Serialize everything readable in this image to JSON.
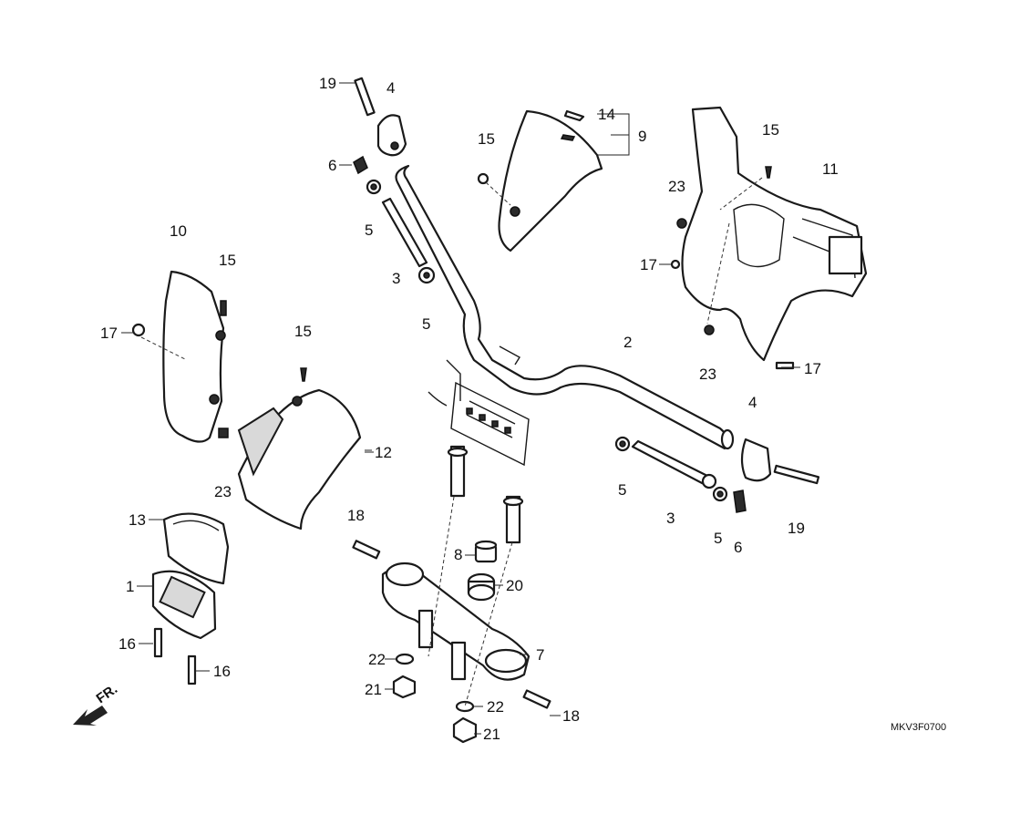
{
  "diagram_code": "MKV3F0700",
  "front_indicator": "FR.",
  "callouts": {
    "c1": "1",
    "c2": "2",
    "c3a": "3",
    "c3b": "3",
    "c4a": "4",
    "c4b": "4",
    "c5a": "5",
    "c5b": "5",
    "c5c": "5",
    "c5d": "5",
    "c6a": "6",
    "c6b": "6",
    "c7": "7",
    "c8": "8",
    "c9": "9",
    "c10": "10",
    "c11": "11",
    "c12": "12",
    "c13": "13",
    "c14": "14",
    "c15a": "15",
    "c15b": "15",
    "c15c": "15",
    "c15d": "15",
    "c16a": "16",
    "c16b": "16",
    "c17a": "17",
    "c17b": "17",
    "c17c": "17",
    "c18a": "18",
    "c18b": "18",
    "c19a": "19",
    "c19b": "19",
    "c20": "20",
    "c21a": "21",
    "c21b": "21",
    "c22a": "22",
    "c22b": "22",
    "c23a": "23",
    "c23b": "23",
    "c23c": "23"
  }
}
